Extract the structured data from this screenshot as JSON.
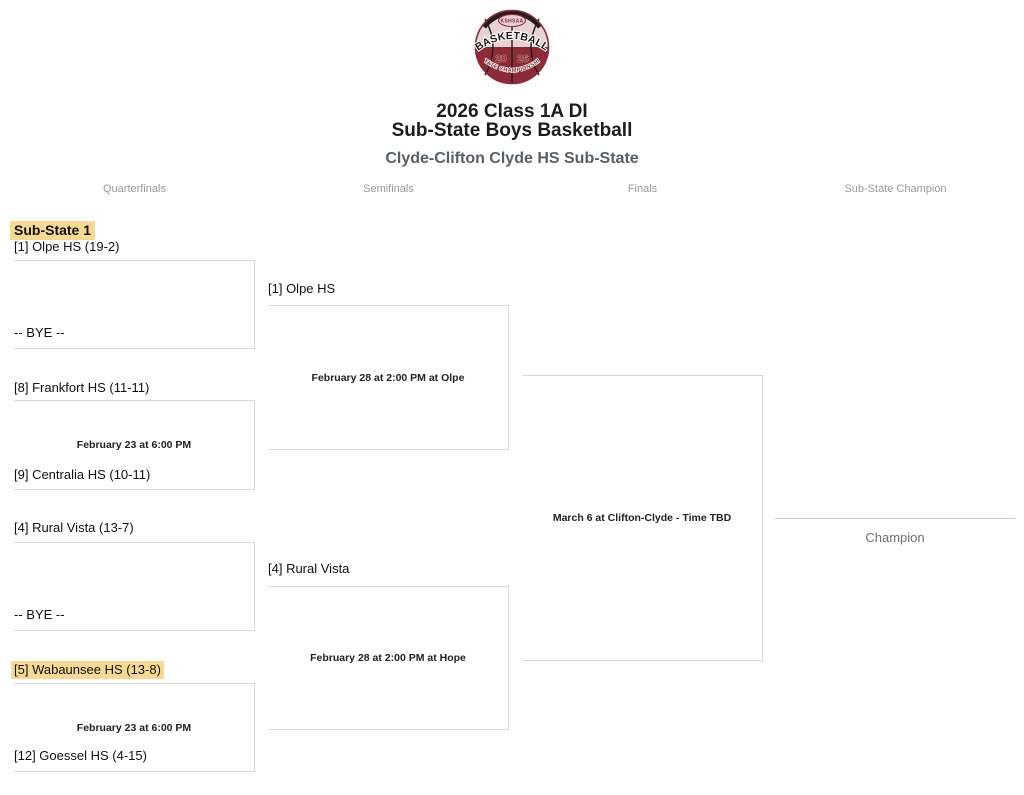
{
  "logo": {
    "org": "KSHSAA",
    "sport": "BASKETBALL",
    "year_left": "20",
    "year_right": "26",
    "event": "STATE CHAMPIONSHIP",
    "maroon": "#8c2b37",
    "dark": "#241c1e",
    "light": "#e7d2d4"
  },
  "header": {
    "title_line1": "2026 Class 1A DI",
    "title_line2": "Sub-State Boys Basketball",
    "subtitle": "Clyde-Clifton Clyde HS Sub-State"
  },
  "columns": [
    {
      "label": "Quarterfinals"
    },
    {
      "label": "Semifinals"
    },
    {
      "label": "Finals"
    },
    {
      "label": "Sub-State Champion"
    }
  ],
  "bracket": {
    "section_label": "Sub-State 1",
    "highlight_color": "#f6d992",
    "quarterfinals": [
      {
        "top": "[1] Olpe HS (19-2)",
        "bottom": "-- BYE --",
        "info": ""
      },
      {
        "top": "[8] Frankfort HS (11-11)",
        "bottom": "[9] Centralia HS (10-11)",
        "info": "February 23 at 6:00 PM"
      },
      {
        "top": "[4] Rural Vista (13-7)",
        "bottom": "-- BYE --",
        "info": ""
      },
      {
        "top": "[5] Wabaunsee HS (13-8)",
        "bottom": "[12] Goessel HS (4-15)",
        "info": "February 23 at 6:00 PM"
      }
    ],
    "semifinals": [
      {
        "top": "[1] Olpe HS",
        "info": "February 28 at 2:00 PM at Olpe"
      },
      {
        "top": "[4] Rural Vista",
        "info": "February 28 at 2:00 PM at Hope"
      }
    ],
    "final": {
      "info": "March 6 at Clifton-Clyde - Time TBD"
    },
    "champion_label": "Champion"
  }
}
